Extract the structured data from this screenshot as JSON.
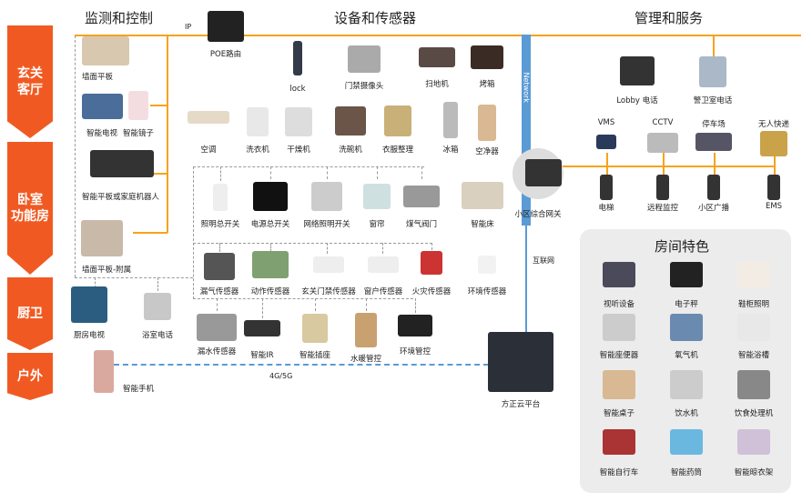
{
  "headers": {
    "monitor": "监测和控制",
    "devices": "设备和传感器",
    "mgmt": "管理和服务",
    "features": "房间特色"
  },
  "zones": [
    "玄关\n客厅",
    "卧室\n功能房",
    "厨卫",
    "户外"
  ],
  "line_labels": {
    "ip": "IP",
    "network": "Network",
    "internet": "互联网",
    "mobile": "4G/5G"
  },
  "colors": {
    "zone": "#f05a22",
    "line": "#f7a21b",
    "network": "#5b9bd5",
    "panel": "#ececec"
  },
  "items": [
    {
      "id": "wall-panel",
      "label": "墙面平板"
    },
    {
      "id": "smart-tv",
      "label": "智能电视"
    },
    {
      "id": "smart-mirror",
      "label": "智能镜子"
    },
    {
      "id": "tablet-robot",
      "label": "智能平板或家庭机器人"
    },
    {
      "id": "wall-panel-aux",
      "label": "墙面平板-附属"
    },
    {
      "id": "kitchen-tv",
      "label": "厨房电视"
    },
    {
      "id": "bath-phone",
      "label": "浴室电话"
    },
    {
      "id": "smartphone",
      "label": "智能手机"
    },
    {
      "id": "poe-router",
      "label": "POE路由"
    },
    {
      "id": "lock",
      "label": "lock"
    },
    {
      "id": "door-camera",
      "label": "门禁摄像头"
    },
    {
      "id": "robot-vacuum",
      "label": "扫地机"
    },
    {
      "id": "oven",
      "label": "烤箱"
    },
    {
      "id": "air-conditioner",
      "label": "空调"
    },
    {
      "id": "washer",
      "label": "洗衣机"
    },
    {
      "id": "dryer",
      "label": "干燥机"
    },
    {
      "id": "dishwasher",
      "label": "洗碗机"
    },
    {
      "id": "clothes-care",
      "label": "衣服整理"
    },
    {
      "id": "fridge",
      "label": "冰箱"
    },
    {
      "id": "air-purifier",
      "label": "空净器"
    },
    {
      "id": "light-master",
      "label": "照明总开关"
    },
    {
      "id": "power-master",
      "label": "电源总开关"
    },
    {
      "id": "net-light-switch",
      "label": "网络照明开关"
    },
    {
      "id": "curtain",
      "label": "窗帘"
    },
    {
      "id": "gas-valve",
      "label": "煤气阀门"
    },
    {
      "id": "smart-bed",
      "label": "智能床"
    },
    {
      "id": "gas-sensor",
      "label": "漏气传感器"
    },
    {
      "id": "motion-sensor",
      "label": "动作传感器"
    },
    {
      "id": "door-sensor",
      "label": "玄关门禁传感器"
    },
    {
      "id": "window-sensor",
      "label": "窗户传感器"
    },
    {
      "id": "fire-sensor",
      "label": "火灾传感器"
    },
    {
      "id": "env-sensor",
      "label": "环境传感器"
    },
    {
      "id": "water-leak-sensor",
      "label": "漏水传感器"
    },
    {
      "id": "smart-ir",
      "label": "智能IR"
    },
    {
      "id": "smart-socket",
      "label": "智能插座"
    },
    {
      "id": "heating-control",
      "label": "水暖管控"
    },
    {
      "id": "env-control",
      "label": "环境管控"
    },
    {
      "id": "cloud-platform",
      "label": "方正云平台"
    },
    {
      "id": "community-gateway",
      "label": "小区综合网关"
    },
    {
      "id": "lobby-phone",
      "label": "Lobby 电话"
    },
    {
      "id": "guard-phone",
      "label": "警卫室电话"
    },
    {
      "id": "vms",
      "label": "VMS"
    },
    {
      "id": "cctv",
      "label": "CCTV"
    },
    {
      "id": "parking",
      "label": "停车场"
    },
    {
      "id": "parcel-locker",
      "label": "无人快递"
    },
    {
      "id": "elevator",
      "label": "电梯"
    },
    {
      "id": "remote-monitor",
      "label": "远程监控"
    },
    {
      "id": "broadcast",
      "label": "小区广播"
    },
    {
      "id": "ems",
      "label": "EMS"
    }
  ],
  "features": [
    {
      "id": "av",
      "label": "视听设备"
    },
    {
      "id": "scale",
      "label": "电子秤"
    },
    {
      "id": "shoe-cabinet",
      "label": "鞋柜照明"
    },
    {
      "id": "toilet",
      "label": "智能座便器"
    },
    {
      "id": "oxygen",
      "label": "氧气机"
    },
    {
      "id": "bathtub",
      "label": "智能浴槽"
    },
    {
      "id": "table",
      "label": "智能桌子"
    },
    {
      "id": "water-dispenser",
      "label": "饮水机"
    },
    {
      "id": "food-processor",
      "label": "饮食处理机"
    },
    {
      "id": "bike",
      "label": "智能自行车"
    },
    {
      "id": "pillbox",
      "label": "智能药筒"
    },
    {
      "id": "drying-rack",
      "label": "智能晾衣架"
    }
  ]
}
